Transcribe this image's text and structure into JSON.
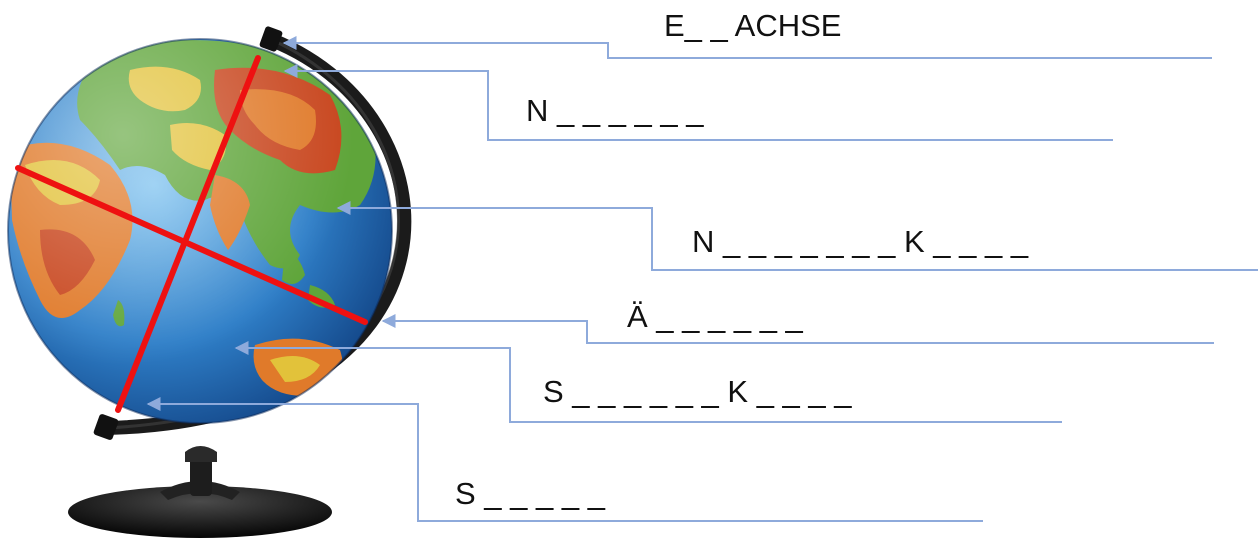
{
  "labels": [
    {
      "id": "earth-axis",
      "text": "E_ _ ACHSE"
    },
    {
      "id": "north-pole",
      "text": "N _ _ _ _ _ _"
    },
    {
      "id": "northern-hemisphere",
      "text": "N _ _ _ _ _ _ _ K _ _ _ _"
    },
    {
      "id": "equator",
      "text": "Ä _ _ _ _ _ _"
    },
    {
      "id": "southern-hemisphere",
      "text": "S _ _ _ _ _ _ K _ _ _ _"
    },
    {
      "id": "south-pole",
      "text": "S _ _ _ _ _"
    }
  ],
  "colors": {
    "leader_line": "#8eaadb",
    "axis_line": "#ee1111",
    "stand": "#1b1b1b",
    "ocean": "#2f7fc8",
    "land_green": "#5fa53a",
    "land_yellow": "#e2c23a",
    "land_orange": "#e07a2a",
    "land_red": "#c8461e"
  },
  "icons": [
    "globe-icon",
    "globe-stand-icon"
  ]
}
